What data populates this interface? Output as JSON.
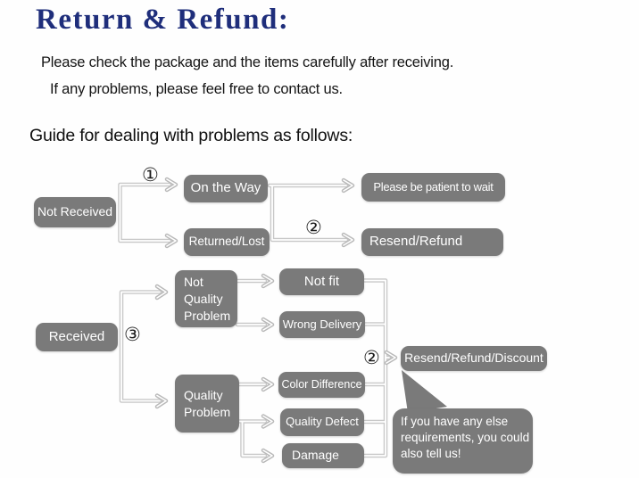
{
  "header": {
    "title": "Return & Refund:",
    "intro_line1": "Please check the package and the items carefully after receiving.",
    "intro_line2": "If any problems, please feel free to contact us.",
    "guide_heading": "Guide for dealing with problems as follows:"
  },
  "colors": {
    "title_text": "#1f2e7b",
    "box_background": "#7a7a7a",
    "box_text": "#ffffff",
    "connector_line": "#c8c8c8"
  },
  "flowchart": {
    "not_received": {
      "condition": "Not Received",
      "step1_marker": "①",
      "cause_on_the_way": "On the Way",
      "cause_returned_lost": "Returned/Lost",
      "step2_marker": "②",
      "result_wait": "Please be patient to wait",
      "result_resend_refund": "Resend/Refund"
    },
    "received": {
      "condition": "Received",
      "step3_marker": "③",
      "category_not_quality_problem": "Not Quality Problem",
      "category_quality_problem": "Quality Problem",
      "cause_not_fit": "Not fit",
      "cause_wrong_delivery": "Wrong Delivery",
      "cause_color_difference": "Color Difference",
      "cause_quality_defect": "Quality Defect",
      "cause_damage": "Damage",
      "step2_marker": "②",
      "result": "Resend/Refund/Discount"
    },
    "note_bubble": "If you have any else\nrequirements, you could\nalso tell us!"
  }
}
